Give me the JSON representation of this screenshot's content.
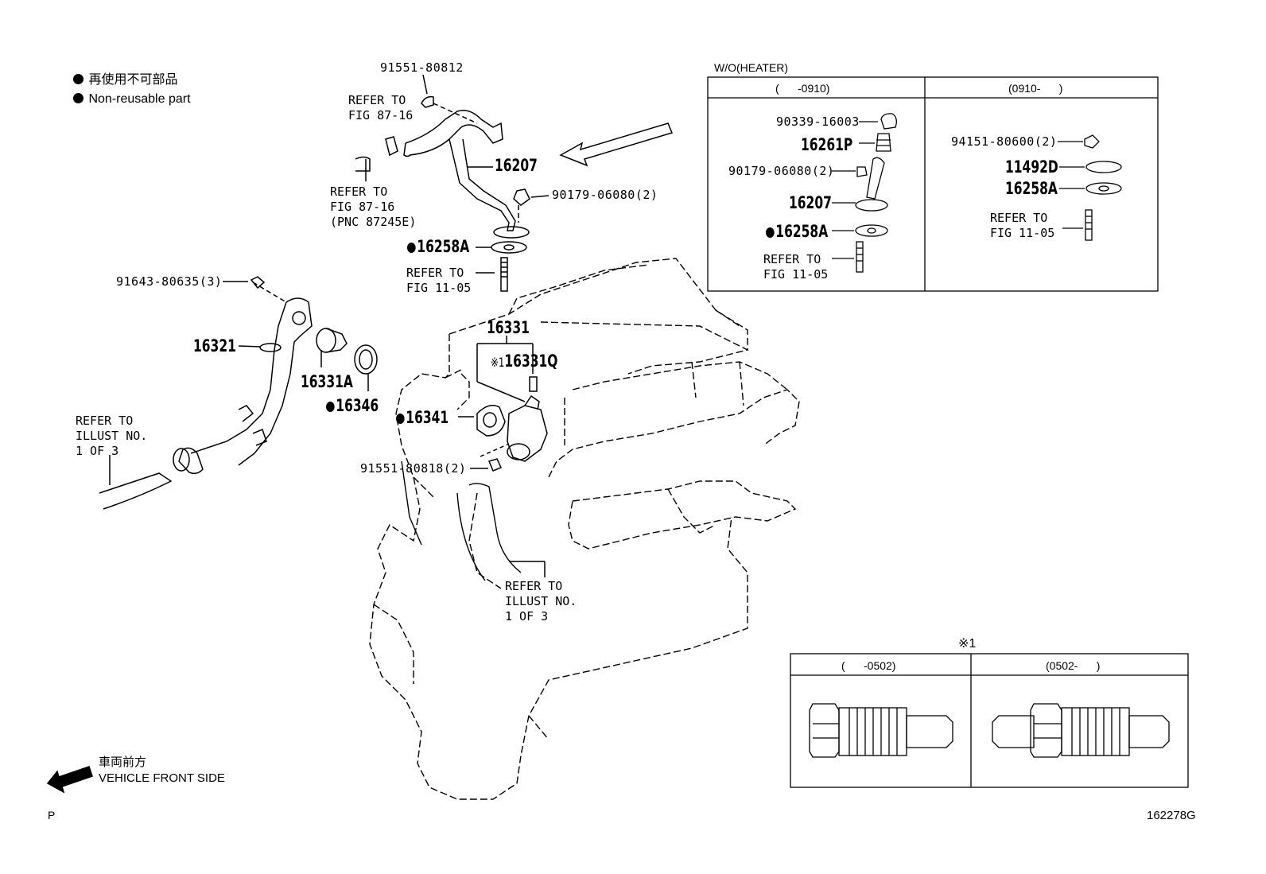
{
  "legend": {
    "non_reusable_jp": "再使用不可部品",
    "non_reusable_en": "Non-reusable part"
  },
  "front_side": {
    "jp": "車両前方",
    "en": "VEHICLE FRONT SIDE"
  },
  "footer": {
    "left_code": "P",
    "figure_code": "162278G"
  },
  "parts": {
    "p91551_80812": "91551-80812",
    "p16207": "16207",
    "p90179_06080": "90179-06080(2)",
    "p16258A": "16258A",
    "p91643_80635": "91643-80635(3)",
    "p16321": "16321",
    "p16331A": "16331A",
    "p16346": "16346",
    "p16331": "16331",
    "p16331Q": "16331Q",
    "p16331Q_mark": "※1",
    "p16341": "16341",
    "p91551_80818": "91551-80818(2)"
  },
  "refers": {
    "fig87_16_top": "REFER TO\nFIG 87-16",
    "fig87_16_pnc": "REFER TO\nFIG 87-16\n(PNC 87245E)",
    "fig11_05_left": "REFER TO\nFIG 11-05",
    "illust_left": "REFER TO\nILLUST NO.\n1 OF 3",
    "illust_center": "REFER TO\nILLUST NO.\n1 OF 3"
  },
  "heater_box": {
    "title": "W/O(HEATER)",
    "col1_header": "(      -0910)",
    "col2_header": "(0910-      )",
    "c1_90339": "90339-16003",
    "c1_16261P": "16261P",
    "c1_90179": "90179-06080(2)",
    "c1_16207": "16207",
    "c1_16258A": "16258A",
    "c1_refer": "REFER TO\nFIG 11-05",
    "c2_94151": "94151-80600(2)",
    "c2_11492D": "11492D",
    "c2_16258A": "16258A",
    "c2_refer": "REFER TO\nFIG 11-05"
  },
  "note_box": {
    "mark": "※1",
    "col1_header": "(      -0502)",
    "col2_header": "(0502-      )"
  }
}
